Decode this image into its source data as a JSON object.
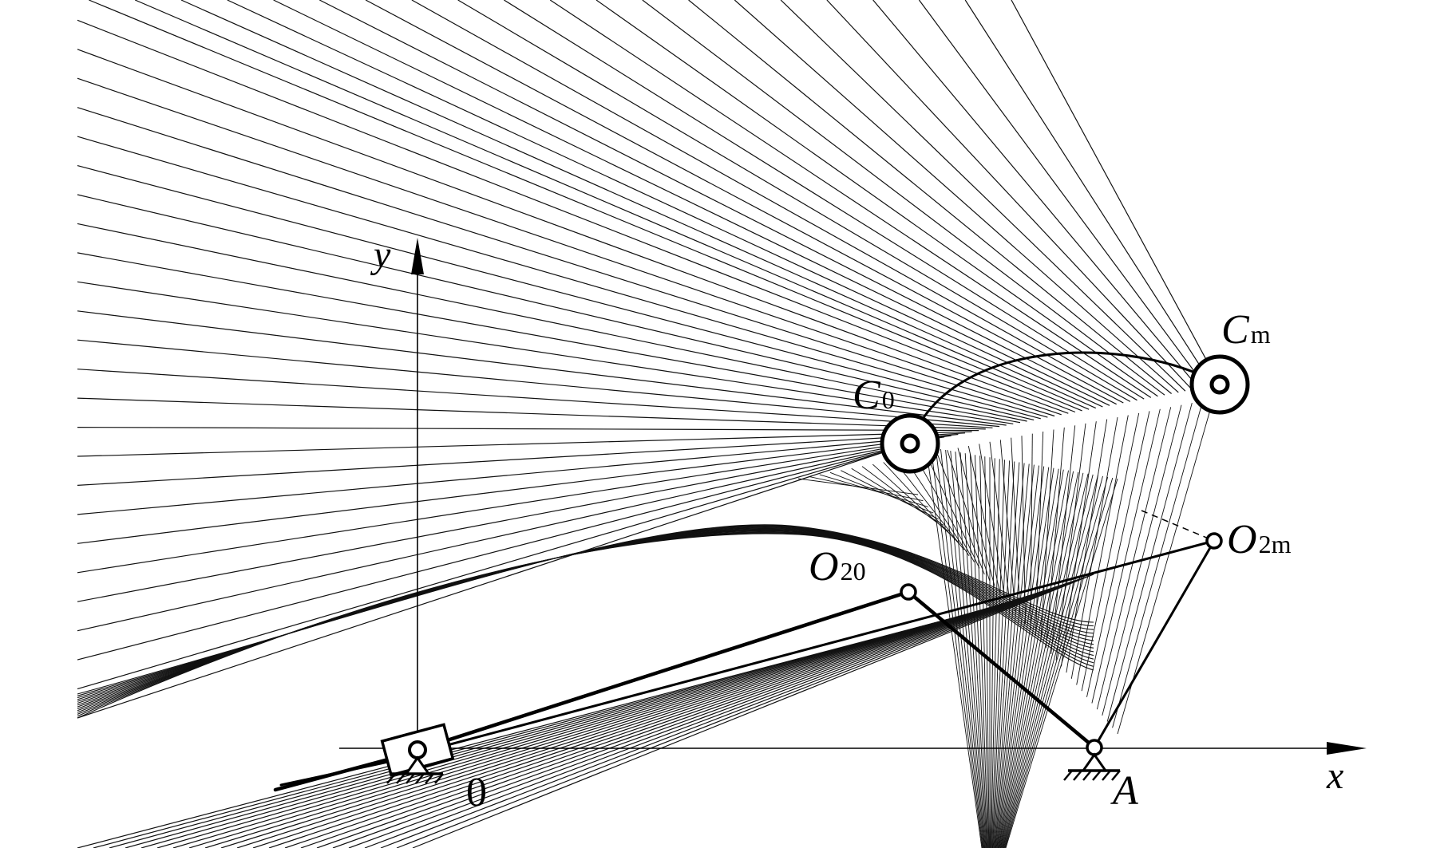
{
  "labels": {
    "y_axis": "y",
    "x_axis": "x",
    "origin": "0",
    "point_a": "A",
    "c0_main": "C",
    "c0_sub": "0",
    "cm_main": "C",
    "cm_sub": "m",
    "o20_main": "O",
    "o20_sub": "20",
    "o2m_main": "O",
    "o2m_sub": "2m"
  },
  "colors": {
    "ink": "#000000",
    "background": "#ffffff"
  }
}
